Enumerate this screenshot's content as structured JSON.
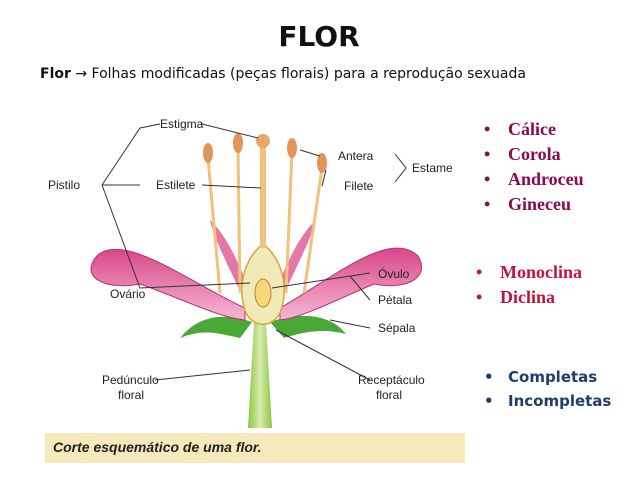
{
  "title": "FLOR",
  "subtitle": {
    "bold": "Flor",
    "arrow": "→",
    "rest": "Folhas modificadas (peças florais) para a reprodução sexuada"
  },
  "diagram_labels": {
    "estigma": "Estigma",
    "antera": "Antera",
    "estame": "Estame",
    "pistilo": "Pistilo",
    "estilete": "Estilete",
    "filete": "Filete",
    "ovario": "Ovário",
    "ovulo": "Óvulo",
    "petala": "Pétala",
    "sepala": "Sépala",
    "pedunculo_1": "Pedúnculo",
    "pedunculo_2": "floral",
    "receptaculo_1": "Receptáculo",
    "receptaculo_2": "floral"
  },
  "caption": "Corte esquemático de uma flor.",
  "parts_list": {
    "color": "#8b0a50",
    "items": [
      "Cálice",
      "Corola",
      "Androceu",
      "Gineceu"
    ]
  },
  "clina_list": {
    "color": "#c0143c",
    "items": [
      "Monoclina",
      "Diclina"
    ]
  },
  "complete_list": {
    "color": "#1f3d6b",
    "items": [
      "Completas",
      "Incompletas"
    ]
  }
}
